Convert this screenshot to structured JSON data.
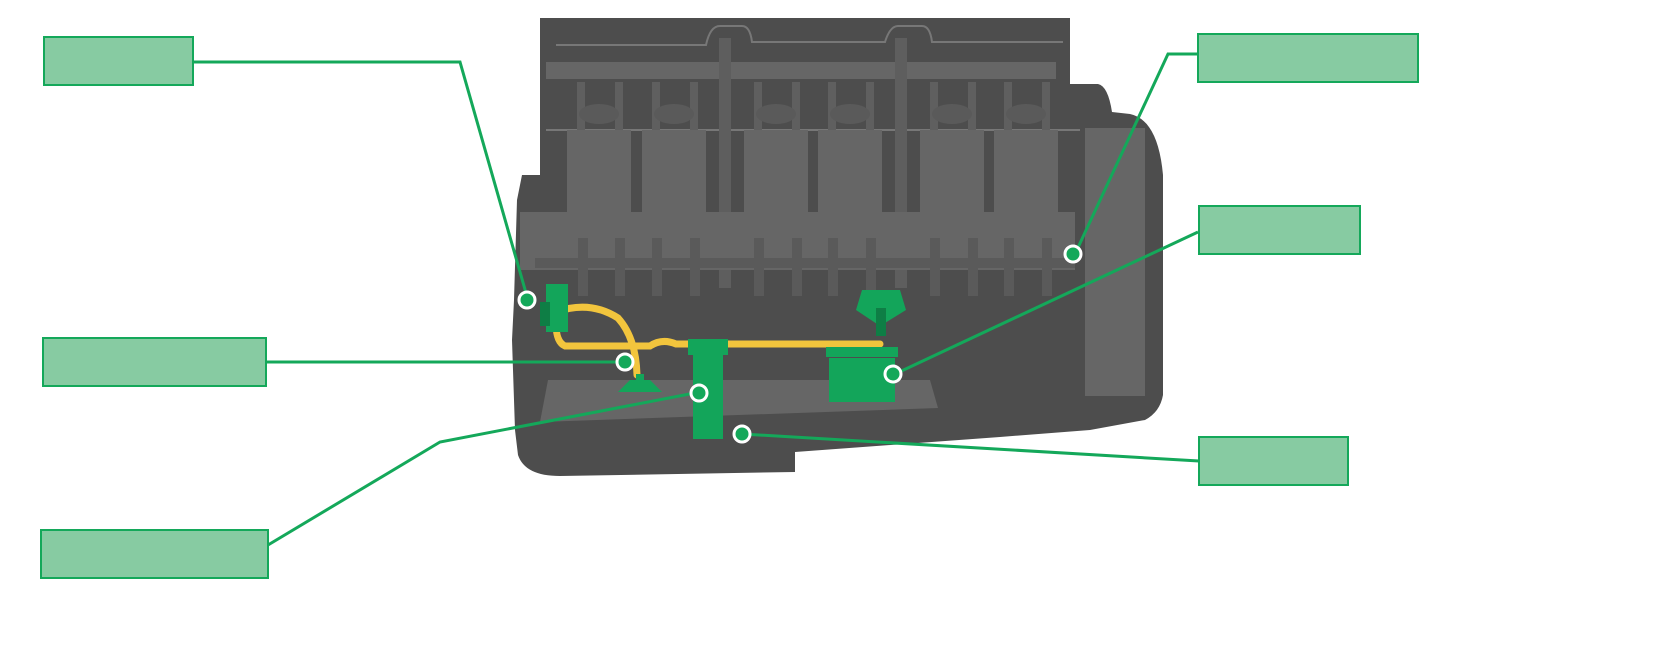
{
  "diagram": {
    "labels": [
      {
        "id": "top-left",
        "text": ""
      },
      {
        "id": "top-right",
        "text": ""
      },
      {
        "id": "right-middle",
        "text": ""
      },
      {
        "id": "left-middle",
        "text": ""
      },
      {
        "id": "bottom-left",
        "text": ""
      },
      {
        "id": "bottom-right",
        "text": ""
      }
    ],
    "colors": {
      "engine_dark": "#4d4d4d",
      "engine_mid": "#666666",
      "component_green": "#13a55a",
      "pipe_yellow": "#f2c53d",
      "label_fill": "#87cba2",
      "leader_green": "#14a85a"
    }
  }
}
